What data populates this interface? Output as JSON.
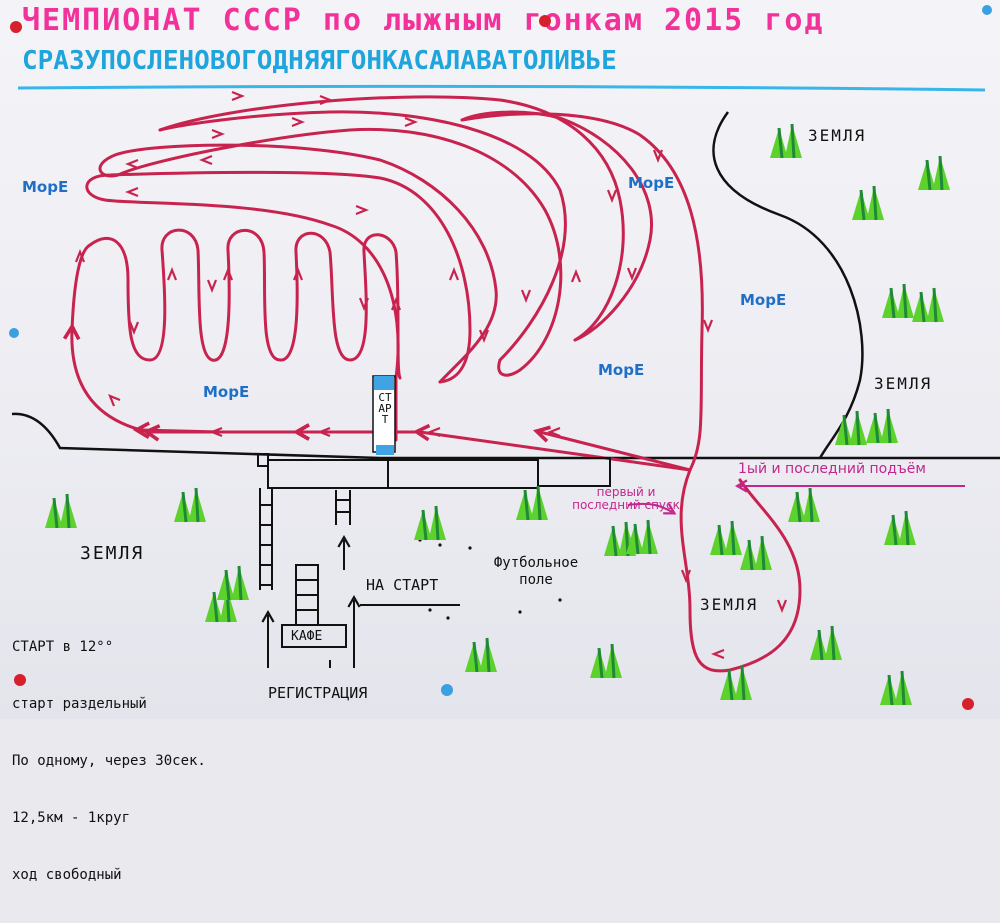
{
  "title": {
    "line1": "ЧЕМПИОНАТ СССР по лыжным гонкам 2015 год",
    "line2": "СРАЗУПОСЛЕНОВОГОДНЯЯГОНКАСАЛАВАТОЛИВЬЕ"
  },
  "labels": {
    "sea": [
      "МорЕ",
      "МорЕ",
      "МорЕ",
      "МорЕ",
      "МорЕ"
    ],
    "land": [
      "ЗЕМЛЯ",
      "ЗЕМЛЯ",
      "ЗЕМЛЯ",
      "ЗЕМЛЯ"
    ],
    "start_tower": "СТАРТ",
    "climb": "1ый и последний подъём",
    "descent": "первый и последний спуск",
    "to_start": "НА СТАРТ",
    "football": "Футбольное поле",
    "cafe": "КАФЕ",
    "registration": "РЕГИСТРАЦИЯ"
  },
  "info": [
    "СТАРТ в 12°°",
    "старт раздельный",
    "По одному, через 30сек.",
    "12,5км - 1круг",
    "ход свободный"
  ],
  "colors": {
    "track": "#c8234f",
    "shore": "#111111",
    "tree": "#5ed22c",
    "tree_shade": "#1e8a35",
    "sea_text": "#1f6fc7",
    "title1": "#f2329a",
    "title2": "#1fa4dc",
    "underline": "#38b6ea",
    "pink_note": "#c2278c",
    "pin_red": "#d8202c",
    "pin_blue": "#3aa0e0"
  }
}
